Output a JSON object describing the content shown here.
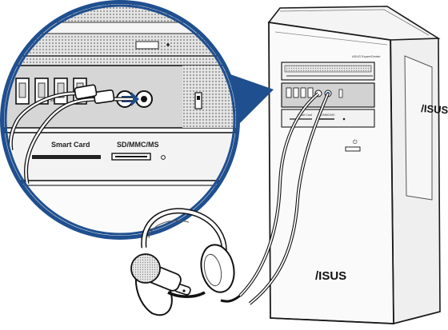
{
  "zoom_labels": {
    "card_reader_left": "Smart Card",
    "card_reader_right": "SD/MMC/MS"
  },
  "tower_labels": {
    "model_caption": "ASUS ExpertCenter",
    "side_logo": "/ISUS",
    "front_logo": "/ISUS",
    "mini_card_left": "Smart Card",
    "mini_card_right": "SD/MMC/MS"
  },
  "colors": {
    "callout_blue": "#1f4f8f",
    "outline": "#1a1a1a",
    "panel_gray": "#d6d6d6",
    "mic_jack_pink": "#ffffff",
    "headphone_jack_green": "#ffffff"
  },
  "icons": [
    "usb-port-icon",
    "audio-jack-icon",
    "power-icon",
    "headset-icon",
    "microphone-icon"
  ]
}
